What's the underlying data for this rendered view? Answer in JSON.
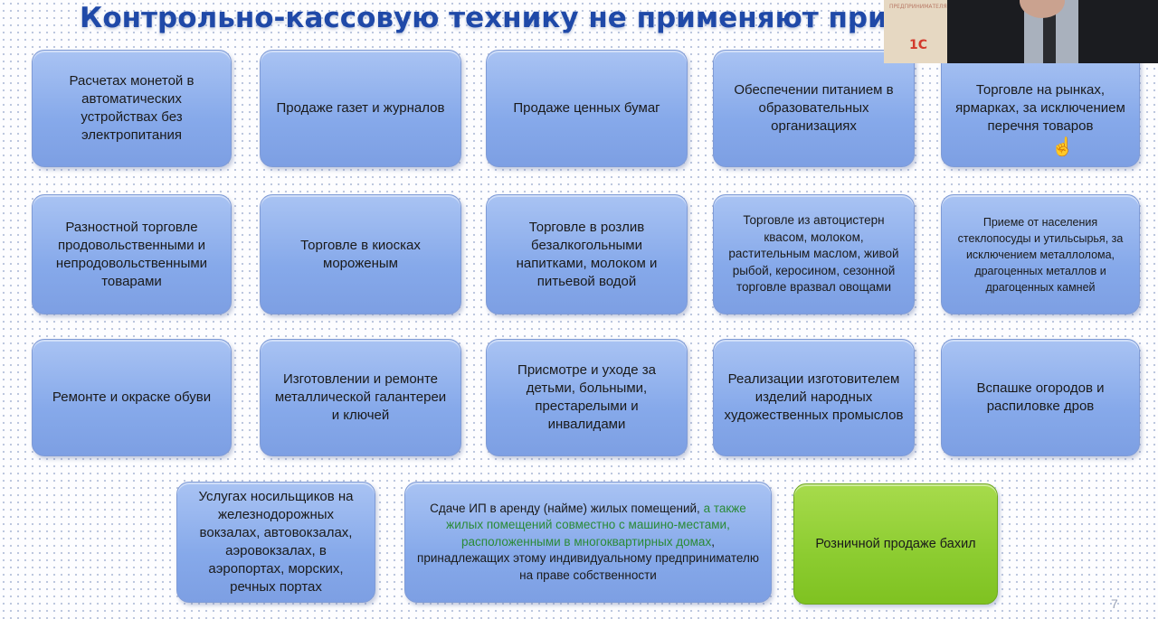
{
  "slide": {
    "title": "Контрольно-кассовую технику не применяют при",
    "page_number": "7"
  },
  "boxes": [
    "Расчетах монетой в автоматических устройствах без электропитания",
    "Продаже газет и журналов",
    "Продаже ценных бумаг",
    "Обеспечении питанием в образовательных организациях",
    "Торговле на рынках, ярмарках, за исключением перечня товаров",
    "Разностной торговле продовольственными и непродовольственными товарами",
    "Торговле в киосках мороженым",
    "Торговле в розлив безалкогольными напитками, молоком и питьевой водой",
    "Торговле из автоцистерн квасом, молоком, растительным маслом, живой рыбой, керосином, сезонной торговле вразвал овощами",
    "Приеме от населения стеклопосуды и утильсырья, за исключением металлолома, драгоценных металлов и драгоценных камней",
    "Ремонте и окраске обуви",
    "Изготовлении и ремонте металлической галантереи и ключей",
    "Присмотре и уходе за детьми, больными, престарелыми и инвалидами",
    "Реализации изготовителем изделий народных художественных промыслов",
    "Вспашке огородов и распиловке дров",
    "Услугах носильщиков на железнодорожных вокзалах, автовокзалах, аэровокзалах, в аэропортах, морских, речных портах"
  ],
  "rent_box": {
    "part1": "Сдаче ИП в аренду (найме) жилых помещений,",
    "part2_highlight": "а также жилых помещений совместно с машино-местами, расположенными в многоквартирных домах",
    "part3": ", принадлежащих этому индивидуальному предпринимателю на праве собственности"
  },
  "green_box": "Розничной продаже бахил",
  "colors": {
    "title": "#1f49a8",
    "box_blue": "#86a9ea",
    "box_green": "#8ccc30",
    "highlight_text": "#2a8a37"
  },
  "webcam": {
    "logo": "1С",
    "caption": "ПРЕДПРИНИМАТЕЛЯМ"
  },
  "cursor_icon": "hand-pointer-icon"
}
